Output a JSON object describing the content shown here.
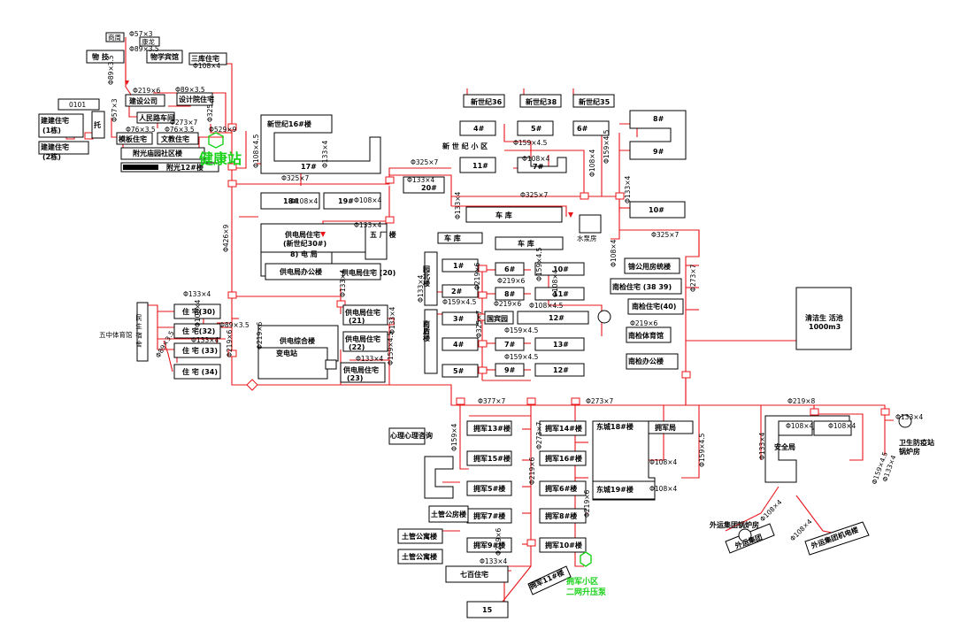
{
  "colors": {
    "pipe": "#e8141a",
    "station": "#19d219",
    "building": "#000000"
  },
  "stations": {
    "health": "健康站",
    "yajun_line1": "拥军小区",
    "yajun_line2": "二网升压泵"
  },
  "buildings": {
    "b_shang": "商周",
    "b_kanglong": "康龙",
    "b_shang2": "物 技",
    "b_mochen": "物学宾馆",
    "b_sanchu": "三库住宅",
    "b_0101": "0101",
    "b_jianyou": "建设公司",
    "b_sheji": "设计院住宅",
    "b_renmin": "人民路车间",
    "b_zhuzhu1": "建建住宅",
    "b_zhuzhu1b": "(1栋)",
    "b_zhuzhu2": "建建住宅",
    "b_zhuzhu2b": "(2栋)",
    "b_tuo": "托",
    "b_jiang": "模板住宅",
    "b_wenhua": "文教住宅",
    "b_fuguang": "附光庙园社区楼",
    "b_fuguang2": "附光12#楼",
    "b_xinshi16": "新世纪16#楼",
    "b_17": "17#",
    "b_18": "18#",
    "b_19": "19#",
    "b_20": "20#",
    "b_gongdian1": "供电局住宅",
    "b_gongdian1b": "(新世纪30#)",
    "b_gongdian_mid": "8) 电 局",
    "b_gongdian_right": "五 厂 楼",
    "b_gongdian_office": "供电局办公楼",
    "b_gongdian_zhu20": "供电局住宅 (20)",
    "b_gongdian_zhu21": "供电局住宅",
    "b_gongdian_zhu21b": "(21)",
    "b_gongdian_zhu22": "供电局住宅",
    "b_gongdian_zhu22b": "(22)",
    "b_gongdian_zhu23": "供电局住宅",
    "b_gongdian_zhu23b": "(23)",
    "b_zonghe": "供电综合楼",
    "b_biandian": "变电站",
    "b_zhu30": "住 宅(30)",
    "b_zhu32": "住 宅(32)",
    "b_zhu33": "住 宅 (33)",
    "b_zhu34": "住 宅 (34)",
    "b_wuzhong": "五中体育馆",
    "b_mingmen": "民 生 宿 舍",
    "b_xinshi_area": "新 世 纪 小 区",
    "b_xinshi36": "新世纪36",
    "b_xinshi38": "新世纪38",
    "b_xinshi35": "新世纪35",
    "b_4": "4#",
    "b_5": "5#",
    "b_6": "6#",
    "b_8": "8#",
    "b_9": "9#",
    "b_11": "11#",
    "b_7": "7#",
    "b_10": "10#",
    "b_cheku1": "车 库",
    "b_cheku2": "车 库",
    "b_shuibeng": "水泵房",
    "b_1": "1#",
    "b_2": "2#",
    "b_3": "3#",
    "b_5b": "5#",
    "b_6b": "6#",
    "b_8b": "8#",
    "b_9b": "9#",
    "b_10b": "10#",
    "b_11b": "11#",
    "b_12": "12#",
    "b_13": "13#",
    "b_7b": "7#",
    "b_4b": "4#",
    "b_yuan": "园北楼",
    "b_nanzhuang": "南盾楼",
    "b_guoyu": "国宾园",
    "b_jiu": "锦公用房统楼",
    "b_nanjian": "南检住宅 (38 39)",
    "b_nanjian40": "南检住宅(40)",
    "b_nanjian_gym": "南检体育馆",
    "b_nanjian_office": "南检办公楼",
    "b_water": "清洁生 活池",
    "b_water2": "1000m3",
    "b_xinglin": "心理心理咨询",
    "b_yajun13": "拥军13#楼",
    "b_yajun15": "拥军15#楼",
    "b_yajun14": "拥军14#楼",
    "b_yajun16": "拥军16#楼",
    "b_yajun5": "拥军5#楼",
    "b_yajun6": "拥军6#楼",
    "b_yajun7": "拥军7#楼",
    "b_yajun8": "拥军8#楼",
    "b_yajun9": "拥军9#楼",
    "b_yajun10": "拥军10#楼",
    "b_yajun11": "拥军11#楼",
    "b_dongcheng18": "东城18#楼",
    "b_dongcheng19": "东城19#楼",
    "b_dongcheng_right": "拥军局",
    "b_tuguan1": "土管公房楼",
    "b_tuguan2": "土管公寓楼",
    "b_tuguan3": "土管公寓楼",
    "b_qibai": "七百住宅",
    "b_15": "15",
    "b_anquan": "安全局",
    "b_wuhua": "卫生防疫站",
    "b_wuhua2": "锅炉房",
    "b_waiyun": "外运集团锅炉房",
    "b_waiyun2": "外运集团",
    "b_waiyun3": "外运集团机电楼"
  },
  "pipe_labels": [
    "Φ57×3",
    "Φ89×3.5",
    "Φ108×4",
    "Φ89×3.5",
    "Φ219×6",
    "Φ89×3.5",
    "Φ57×3",
    "Φ273×7",
    "Φ76×3.5",
    "Φ76×3.5",
    "Φ529×9",
    "Φ325",
    "Φ108×4.5",
    "Φ133×4",
    "Φ325×7",
    "Φ325×7",
    "Φ133×4",
    "Φ108×4",
    "Φ108×4",
    "Φ133×4",
    "Φ133×4",
    "Φ133×4",
    "Φ426×9",
    "Φ133×4",
    "Φ108×4",
    "Φ89×3.5",
    "Φ133×4",
    "Φ219×6",
    "Φ219×6",
    "Φ89×3.5",
    "Φ159×4.5",
    "Φ133×4",
    "Φ159×4.5",
    "Φ133×4",
    "Φ108×4",
    "Φ159×4.5",
    "Φ108×4",
    "Φ325×7",
    "Φ133×4",
    "Φ325×7",
    "Φ108×4",
    "Φ159×4.5",
    "Φ219×6",
    "Φ159×4.5",
    "Φ133×4",
    "Φ219×6",
    "Φ108×4",
    "Φ219×6",
    "Φ108×4.5",
    "Φ325×7",
    "Φ159×4.5",
    "Φ159×4.5",
    "Φ273×7",
    "Φ219×6",
    "Φ377×7",
    "Φ273×7",
    "Φ219×8",
    "Φ159×4",
    "Φ273×7",
    "Φ219×6",
    "Φ219×6",
    "Φ133×4",
    "Φ219×6",
    "Φ108×4",
    "Φ159×4.5",
    "Φ108×4",
    "Φ108×4",
    "Φ133×4",
    "Φ108×4",
    "Φ133×4",
    "Φ133×4",
    "Φ159×4.5",
    "Φ108×4",
    "Φ108×4"
  ]
}
